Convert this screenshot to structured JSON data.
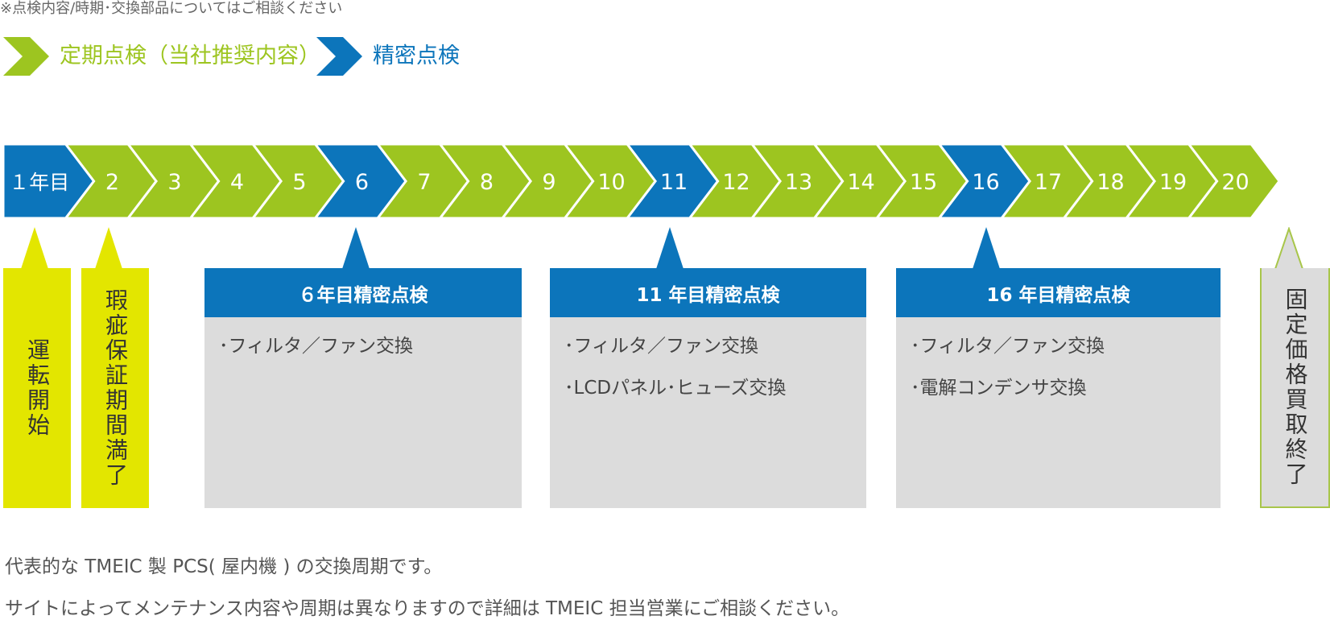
{
  "note": "※点検内容/時期･交換部品についてはご相談ください",
  "legend": [
    {
      "label": "定期点検（当社推奨内容）",
      "color": "#9dc520"
    },
    {
      "label": "精密点検",
      "color": "#0c75bb"
    }
  ],
  "colors": {
    "periodic": "#9dc520",
    "precision": "#0c75bb",
    "milestone_yellow": "#e3e600",
    "end_gray": "#dcdcdc",
    "end_border": "#a8c64a"
  },
  "timeline": [
    {
      "label": "１年目",
      "type": "precision"
    },
    {
      "label": "2",
      "type": "periodic"
    },
    {
      "label": "3",
      "type": "periodic"
    },
    {
      "label": "4",
      "type": "periodic"
    },
    {
      "label": "5",
      "type": "periodic"
    },
    {
      "label": "6",
      "type": "precision"
    },
    {
      "label": "7",
      "type": "periodic"
    },
    {
      "label": "8",
      "type": "periodic"
    },
    {
      "label": "9",
      "type": "periodic"
    },
    {
      "label": "10",
      "type": "periodic"
    },
    {
      "label": "11",
      "type": "precision"
    },
    {
      "label": "12",
      "type": "periodic"
    },
    {
      "label": "13",
      "type": "periodic"
    },
    {
      "label": "14",
      "type": "periodic"
    },
    {
      "label": "15",
      "type": "periodic"
    },
    {
      "label": "16",
      "type": "precision"
    },
    {
      "label": "17",
      "type": "periodic"
    },
    {
      "label": "18",
      "type": "periodic"
    },
    {
      "label": "19",
      "type": "periodic"
    },
    {
      "label": "20",
      "type": "periodic"
    }
  ],
  "milestones": {
    "start": "運転開始",
    "warranty": "瑕疵保証期間満了",
    "end": "固定価格買取終了"
  },
  "inspections": [
    {
      "title": "６年目精密点検",
      "items": [
        "･フィルタ／ファン交換"
      ]
    },
    {
      "title": "11 年目精密点検",
      "items": [
        "･フィルタ／ファン交換",
        "･LCDパネル･ヒューズ交換"
      ]
    },
    {
      "title": "16 年目精密点検",
      "items": [
        "･フィルタ／ファン交換",
        "･電解コンデンサ交換"
      ]
    }
  ],
  "footer": {
    "line1": "代表的な TMEIC 製 PCS( 屋内機 ) の交換周期です。",
    "line2": "サイトによってメンテナンス内容や周期は異なりますので詳細は TMEIC 担当営業にご相談ください。"
  }
}
